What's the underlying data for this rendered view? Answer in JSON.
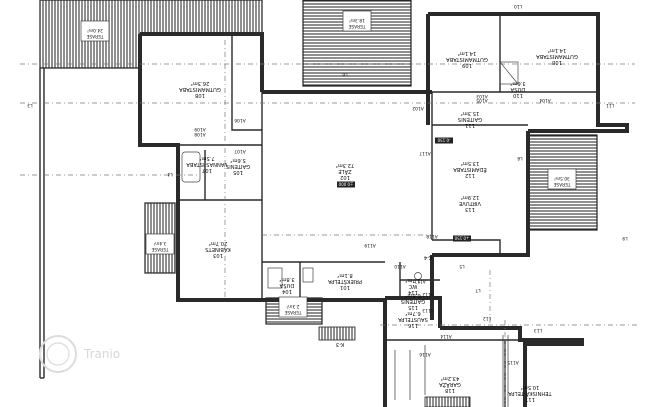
{
  "rooms": [
    {
      "no": "108",
      "name": "GUTMAMISTABA",
      "area": "26.3m²"
    },
    {
      "no": "109",
      "name": "GUTMAMISTABA",
      "area": "14.1m²"
    },
    {
      "no": "110",
      "name": "DUŠA",
      "area": "3.6m²"
    },
    {
      "no": "108",
      "name": "GUTMAMISTABA",
      "area": "14.1m²"
    },
    {
      "no": "111",
      "name": "GAITENIS",
      "area": "15.3m²"
    },
    {
      "no": "107",
      "name": "VANNAS ISTABA",
      "area": "7.5m²"
    },
    {
      "no": "105",
      "name": "GAITENIS",
      "area": "5.6m²"
    },
    {
      "no": "102",
      "name": "ZĀLE",
      "area": "72.3m²"
    },
    {
      "no": "112",
      "name": "ĒDAMISTABA",
      "area": "13.5m²"
    },
    {
      "no": "113",
      "name": "VIRTUVE",
      "area": "12.9m²"
    },
    {
      "no": "103",
      "name": "KABINETS",
      "area": "20.7m²"
    },
    {
      "no": "101",
      "name": "PRIEKŠTELPA",
      "area": "8.1m²"
    },
    {
      "no": "104",
      "name": "DUŠA",
      "area": "3.8m²"
    },
    {
      "no": "114",
      "name": "WC",
      "area": "1.7m²"
    },
    {
      "no": "115",
      "name": "GAITENIS",
      "area": "6.8m²"
    },
    {
      "no": "116",
      "name": "SAUSTELPA",
      "area": "6.7m²"
    },
    {
      "no": "118",
      "name": "GARĀŽA",
      "area": "43.2m²"
    },
    {
      "no": "117",
      "name": "TEHNISKĀ TELPA",
      "area": "10.5m²"
    }
  ],
  "terraces": [
    {
      "name": "TERASE",
      "area": "24.0m²"
    },
    {
      "name": "TERASE",
      "area": "18.3m²"
    },
    {
      "name": "TERASE",
      "area": "30.5m²"
    },
    {
      "name": "TERASE",
      "area": "3.4m²"
    },
    {
      "name": "TERASE",
      "area": "2.3m²"
    }
  ],
  "axis_labels": [
    "L10",
    "L11",
    "L3",
    "L4",
    "L5",
    "L8",
    "L7",
    "L12",
    "L13",
    "L9",
    "L6"
  ],
  "doors": [
    "A106",
    "A107",
    "A108",
    "A109",
    "A102",
    "A117",
    "A105",
    "A104",
    "A103",
    "A118",
    "A119",
    "A110",
    "A111",
    "A112",
    "A113",
    "A114",
    "A115",
    "A116"
  ],
  "section_marks": [
    "K-3",
    "K-4"
  ],
  "levels": [
    "±0.000",
    "+0.150",
    "-0.150"
  ],
  "watermark": "Tranio",
  "colors": {
    "wall": "#2a2a2a",
    "hatch": "#333333",
    "background": "#ffffff"
  }
}
